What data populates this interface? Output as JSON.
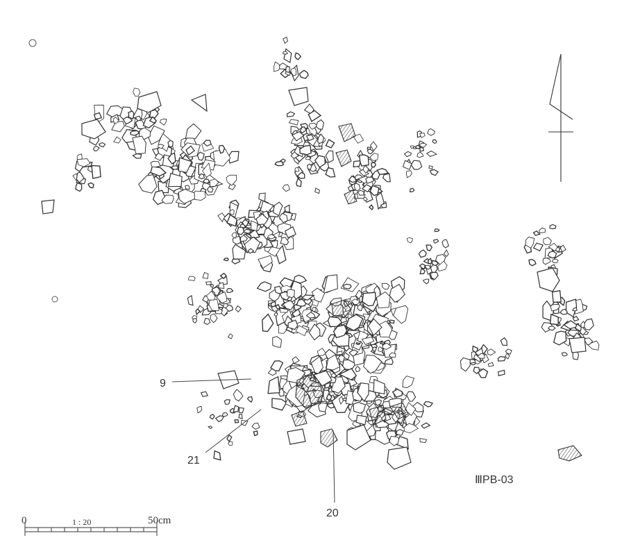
{
  "figure": {
    "feature_id": "ⅢPB-03",
    "callouts": [
      {
        "id": "callout-9",
        "label": "9"
      },
      {
        "id": "callout-21",
        "label": "21"
      },
      {
        "id": "callout-20",
        "label": "20"
      }
    ],
    "scale_bar": {
      "start_label": "0",
      "ratio_label": "1 : 20",
      "end_label": "50cm"
    },
    "north_arrow": "north-arrow-icon",
    "colors": {
      "ink": "#333333",
      "hatch": "#555555",
      "background": "#ffffff"
    }
  }
}
